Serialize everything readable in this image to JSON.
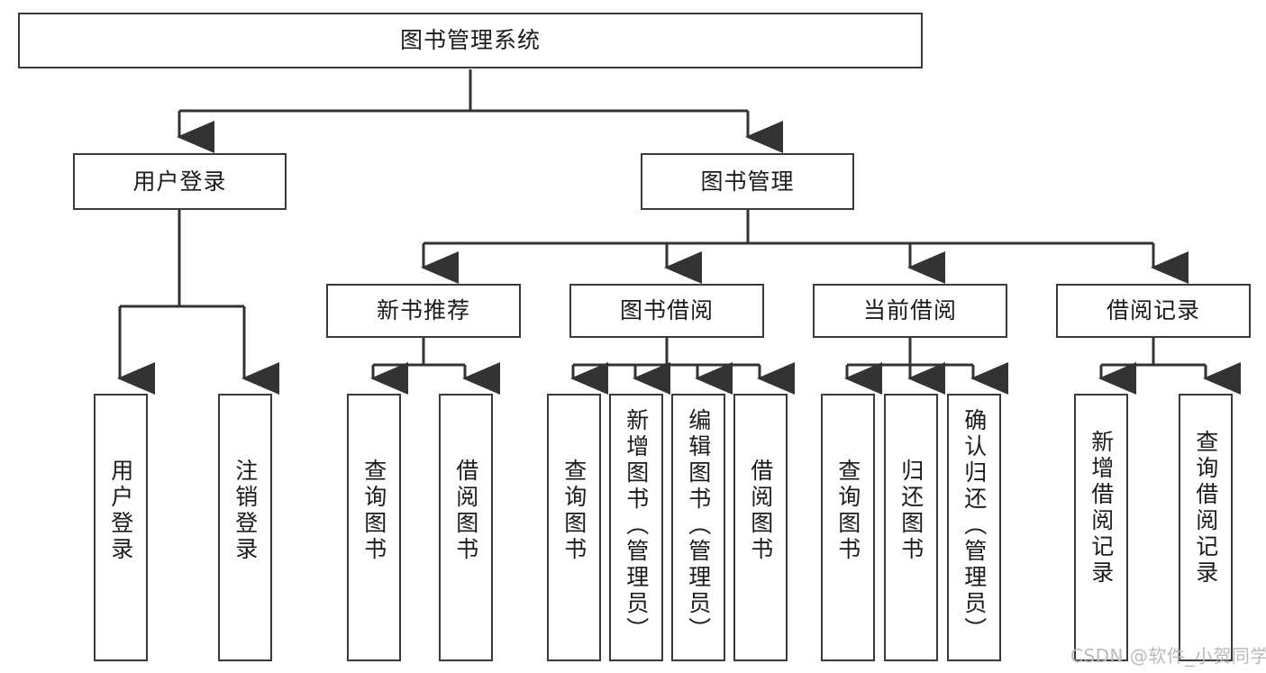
{
  "diagram": {
    "title": "图书管理系统",
    "type": "tree-hierarchy",
    "root": {
      "id": "root",
      "label": "图书管理系统"
    },
    "level1": [
      {
        "id": "user-login",
        "label": "用户登录"
      },
      {
        "id": "book-manage",
        "label": "图书管理"
      }
    ],
    "level2": [
      {
        "id": "new-book-recommend",
        "label": "新书推荐",
        "parent": "book-manage"
      },
      {
        "id": "book-borrow",
        "label": "图书借阅",
        "parent": "book-manage"
      },
      {
        "id": "current-borrow",
        "label": "当前借阅",
        "parent": "book-manage"
      },
      {
        "id": "borrow-record",
        "label": "借阅记录",
        "parent": "book-manage"
      }
    ],
    "leaves": [
      {
        "id": "leaf-user-login",
        "label": "用户登录",
        "parent": "user-login"
      },
      {
        "id": "leaf-logout-login",
        "label": "注销登录",
        "parent": "user-login"
      },
      {
        "id": "leaf-query-book-1",
        "label": "查询图书",
        "parent": "new-book-recommend"
      },
      {
        "id": "leaf-borrow-book-1",
        "label": "借阅图书",
        "parent": "new-book-recommend"
      },
      {
        "id": "leaf-query-book-2",
        "label": "查询图书",
        "parent": "book-borrow"
      },
      {
        "id": "leaf-add-book",
        "label": "新增图书（管理员）",
        "parent": "book-borrow"
      },
      {
        "id": "leaf-edit-book",
        "label": "编辑图书（管理员）",
        "parent": "book-borrow"
      },
      {
        "id": "leaf-borrow-book-2",
        "label": "借阅图书",
        "parent": "book-borrow"
      },
      {
        "id": "leaf-query-book-3",
        "label": "查询图书",
        "parent": "current-borrow"
      },
      {
        "id": "leaf-return-book",
        "label": "归还图书",
        "parent": "current-borrow"
      },
      {
        "id": "leaf-confirm-return",
        "label": "确认归还（管理员）",
        "parent": "current-borrow"
      },
      {
        "id": "leaf-add-record",
        "label": "新增借阅记录",
        "parent": "borrow-record"
      },
      {
        "id": "leaf-query-record",
        "label": "查询借阅记录",
        "parent": "borrow-record"
      }
    ]
  },
  "watermark": {
    "text": "CSDN @软件_小贺同学"
  },
  "colors": {
    "box_border": "#3a3a3a",
    "box_fill": "#ffffff",
    "edge": "#333333",
    "text": "#1b1b1b",
    "watermark": "#b9b9b9",
    "background": "#ffffff"
  }
}
